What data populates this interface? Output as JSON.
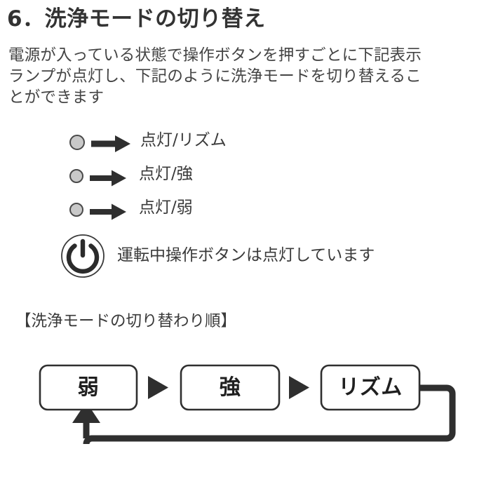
{
  "heading": "6．洗浄モードの切り替え",
  "intro": {
    "lines": [
      "電源が入っている状態で操作ボタンを押すごとに下記表示",
      "ランプが点灯し、下記のように洗浄モードを切り替えるこ",
      "とができます"
    ]
  },
  "lamp_list": [
    {
      "icon": "lamp-circle-icon",
      "arrow": "right-arrow-icon",
      "label": "点灯/リズム"
    },
    {
      "icon": "lamp-circle-icon",
      "arrow": "right-arrow-icon",
      "label": "点灯/強"
    },
    {
      "icon": "lamp-circle-icon",
      "arrow": "right-arrow-icon",
      "label": "点灯/弱"
    }
  ],
  "power_note": {
    "icon": "power-icon",
    "text": "運転中操作ボタンは点灯しています"
  },
  "flow": {
    "caption": "【洗浄モードの切り替わり順】",
    "boxes": [
      {
        "label": "弱"
      },
      {
        "label": "強"
      },
      {
        "label": "リズム"
      }
    ],
    "separators": [
      {
        "icon": "triangle-right-icon"
      },
      {
        "icon": "triangle-right-icon"
      }
    ],
    "loop": {
      "icon": "loop-back-arrow-icon",
      "description": "リズムから弱へ戻る循環矢印"
    }
  },
  "colors": {
    "heading_text": "#333333",
    "body_text": "#444444",
    "label_text": "#3a3a3a",
    "box_border": "#2f2f2f",
    "box_fill": "#ffffff",
    "lamp_fill": "#c9c9c9",
    "lamp_border": "#4a4a4a",
    "arrow_fill": "#2f2f2f",
    "background": "#ffffff"
  }
}
